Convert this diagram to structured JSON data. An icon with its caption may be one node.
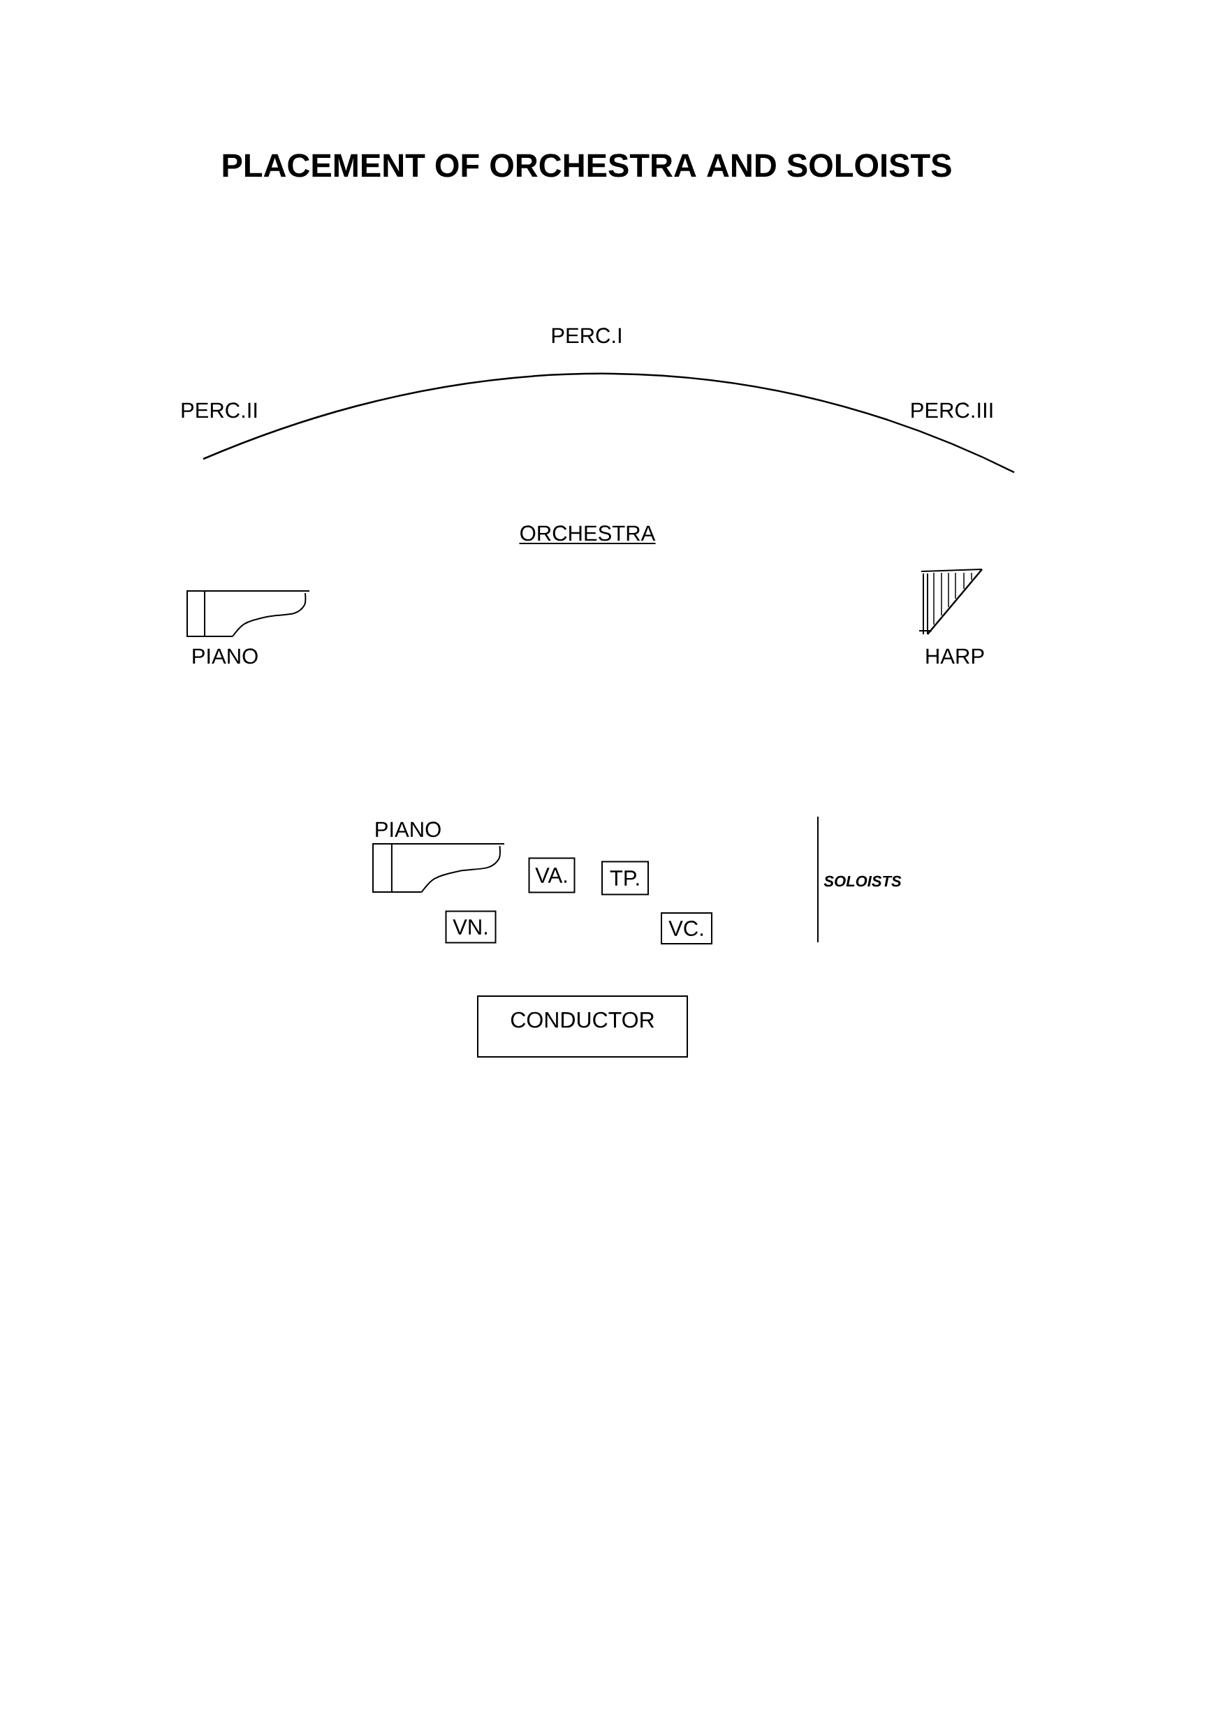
{
  "diagram": {
    "title": "PLACEMENT OF ORCHESTRA AND SOLOISTS",
    "nodes": [
      {
        "text": [
          "PIANO"
        ]
      },
      {
        "text": [
          "HARP"
        ]
      },
      {
        "text": [
          "PIANO"
        ]
      },
      {
        "text": [
          "VA."
        ]
      },
      {
        "text": [
          "TP."
        ]
      },
      {
        "text": [
          "VN."
        ]
      },
      {
        "text": [
          "VC."
        ]
      },
      {
        "text": [
          "CONDUCTOR"
        ]
      }
    ],
    "labels": [
      "PERC.I",
      "PERC.II",
      "PERC.III",
      "ORCHESTRA",
      "SOLOISTS"
    ]
  }
}
